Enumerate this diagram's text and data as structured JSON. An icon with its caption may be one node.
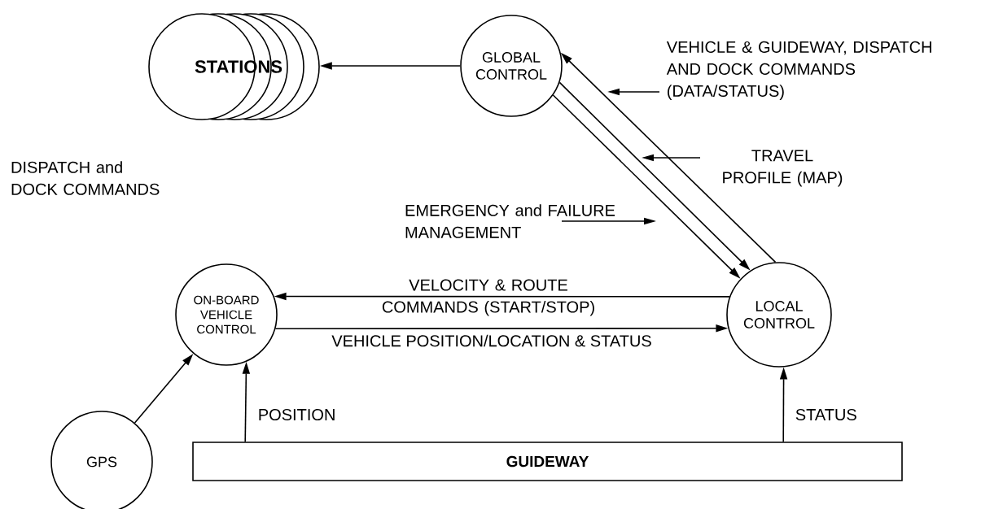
{
  "diagram": {
    "nodes": [
      {
        "text": [
          "STATIONS"
        ]
      },
      {
        "text": [
          "GLOBAL CONTROL"
        ]
      },
      {
        "text": [
          "ON-BOARD VEHICLE CONTROL"
        ]
      },
      {
        "text": [
          "LOCAL CONTROL"
        ]
      },
      {
        "text": [
          "GPS"
        ]
      },
      {
        "text": [
          "GUIDEWAY"
        ]
      }
    ],
    "edges": [
      {
        "from": 1,
        "to": 0,
        "arrow": "to"
      },
      {
        "from": 3,
        "to": 1,
        "arrow": "to",
        "label": "VEHICLE & GUIDEWAY, DISPATCH AND DOCK COMMANDS (DATA/STATUS)"
      },
      {
        "from": 1,
        "to": 3,
        "arrow": "to",
        "label": "TRAVEL PROFILE (MAP)"
      },
      {
        "from": 1,
        "to": 3,
        "arrow": "to",
        "label": "EMERGENCY and FAILURE MANAGEMENT"
      },
      {
        "from": 3,
        "to": 2,
        "arrow": "to",
        "label": "VELOCITY & ROUTE COMMANDS (START/STOP)"
      },
      {
        "from": 2,
        "to": 3,
        "arrow": "to",
        "label": "VEHICLE POSITION/LOCATION & STATUS"
      },
      {
        "from": 4,
        "to": 2,
        "arrow": "to"
      },
      {
        "from": 5,
        "to": 2,
        "arrow": "to",
        "label": "POSITION"
      },
      {
        "from": 5,
        "to": 3,
        "arrow": "to",
        "label": "STATUS"
      }
    ],
    "labels": [
      "DISPATCH and DOCK COMMANDS"
    ]
  }
}
